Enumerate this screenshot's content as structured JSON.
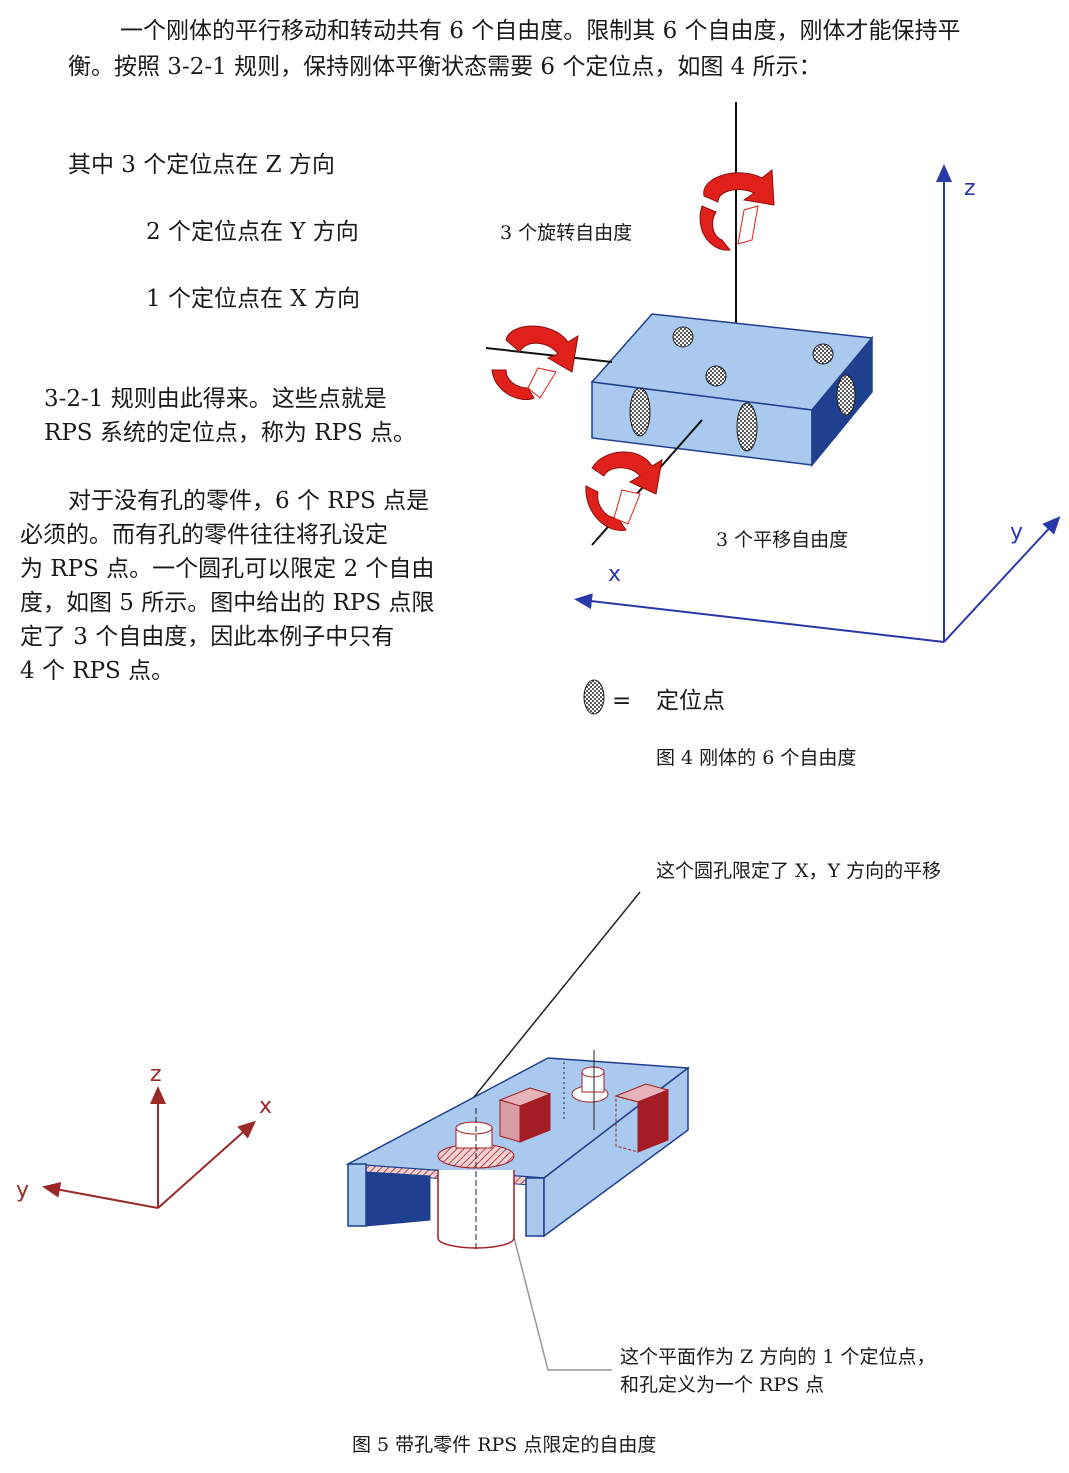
{
  "intro": {
    "line1": "一个刚体的平行移动和转动共有 6 个自由度。限制其 6 个自由度，刚体才能保持平",
    "line2": "衡。按照 3-2-1 规则，保持刚体平衡状态需要 6 个定位点，如图 4 所示："
  },
  "directions": {
    "line1": "其中   3 个定位点在  Z  方向",
    "line2": "2 个定位点在  Y  方向",
    "line3": "1 个定位点在  X  方向"
  },
  "rule_para": {
    "line1": "3-2-1 规则由此得来。这些点就是",
    "line2": "RPS 系统的定位点，称为 RPS 点。"
  },
  "holes_para": {
    "line1": "对于没有孔的零件，6 个 RPS 点是",
    "line2": "必须的。而有孔的零件往往将孔设定",
    "line3": "为 RPS 点。一个圆孔可以限定 2 个自由",
    "line4": "度，如图 5 所示。图中给出的 RPS 点限",
    "line5": "定了 3 个自由度，因此本例子中只有",
    "line6": "4 个 RPS 点。"
  },
  "fig4": {
    "rotation_label": "3 个旋转自由度",
    "translation_label": "3 个平移自由度",
    "axis_z": "z",
    "axis_y": "y",
    "axis_x": "x",
    "legend_symbol": "=",
    "legend_text": "定位点",
    "caption": "图 4    刚体的 6 个自由度",
    "colors": {
      "block_top": "#a9c9ee",
      "block_side": "#1f3f8f",
      "arrow_red": "#e0201b",
      "axis_blue": "#2a37a8"
    }
  },
  "fig5": {
    "label_hole": "这个圆孔限定了 X，Y 方向的平移",
    "label_plane_line1": "这个平面作为 Z 方向的 1 个定位点，",
    "label_plane_line2": "和孔定义为一个 RPS 点",
    "axis_z": "z",
    "axis_x": "x",
    "axis_y": "y",
    "caption": "图 5    带孔零件 RPS 点限定的自由度",
    "colors": {
      "part_top": "#a9c9ee",
      "part_side": "#1f3f8f",
      "feature_red": "#a41d24",
      "axis_red": "#9a2a2a"
    }
  }
}
